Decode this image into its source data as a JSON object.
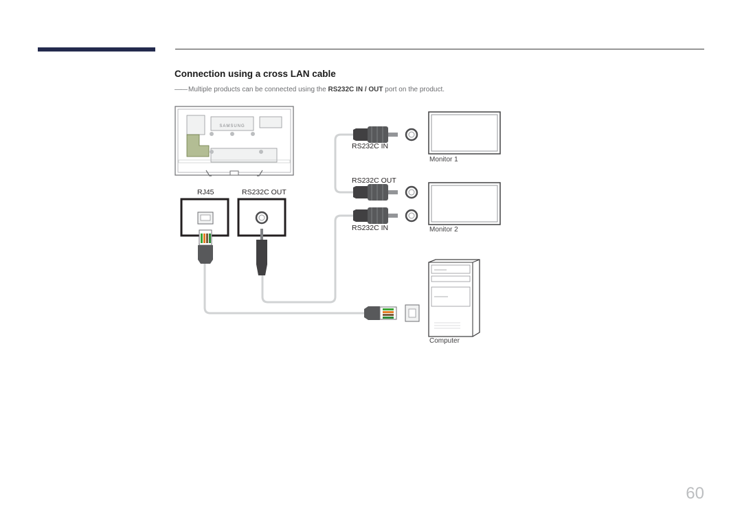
{
  "section": {
    "heading": "Connection using a cross LAN cable",
    "note_prefix": "Multiple products can be connected using the ",
    "note_bold_1": "RS232C IN",
    "note_sep": " / ",
    "note_bold_2": "OUT",
    "note_suffix": " port on the product."
  },
  "diagram": {
    "brand": "SAMSUNG",
    "port_rj45": "RJ45",
    "port_rs232c_out": "RS232C OUT",
    "monitor1_in": "RS232C IN",
    "monitor2_out": "RS232C OUT",
    "monitor2_in": "RS232C IN",
    "monitor1_caption": "Monitor 1",
    "monitor2_caption": "Monitor 2",
    "computer_caption": "Computer"
  },
  "page_number": "60",
  "colors": {
    "accent": "#232a4d",
    "cable": "#d1d3d4",
    "highlight": "#8a9a5b"
  }
}
